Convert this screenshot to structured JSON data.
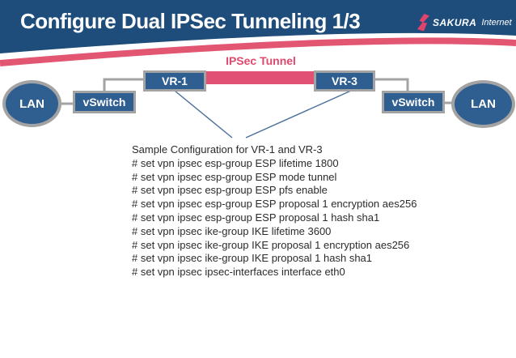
{
  "slide": {
    "title": "Configure Dual IPSec Tunneling 1/3",
    "logo": {
      "icon": "sakura-logo-icon",
      "brand": "SAKURA",
      "brand_suffix": "Internet"
    }
  },
  "colors": {
    "header_blue": "#1e4d7b",
    "node_blue": "#2f5f90",
    "border_gray": "#a3a3a3",
    "swoosh_pink": "#e25672",
    "tunnel_pink": "#e05174",
    "tunnel_label_pink": "#e1486d",
    "callout_line_blue": "#4a6f9b",
    "body_text": "#2b2b2b"
  },
  "diagram": {
    "tunnel_label": "IPSec Tunnel",
    "nodes": {
      "lan_left": "LAN",
      "vswitch_left": "vSwitch",
      "vr1": "VR-1",
      "vr3": "VR-3",
      "vswitch_right": "vSwitch",
      "lan_right": "LAN"
    }
  },
  "config": {
    "heading": "Sample Configuration for VR-1 and VR-3",
    "lines": [
      "# set vpn ipsec esp-group ESP lifetime 1800",
      "# set vpn ipsec esp-group ESP mode tunnel",
      "# set vpn ipsec esp-group ESP pfs enable",
      "# set vpn ipsec esp-group ESP proposal 1 encryption aes256",
      "# set vpn ipsec esp-group ESP proposal 1 hash sha1",
      "# set vpn ipsec ike-group IKE lifetime 3600",
      "# set vpn ipsec ike-group IKE proposal 1 encryption aes256",
      "# set vpn ipsec ike-group IKE proposal 1 hash sha1",
      "# set vpn ipsec ipsec-interfaces interface eth0"
    ]
  }
}
